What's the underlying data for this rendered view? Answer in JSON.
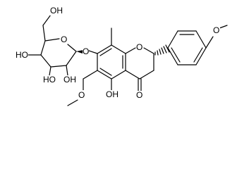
{
  "labels": {
    "sugar_ring_o": "O",
    "sugar_ch2oh": "OH",
    "sugar_c4_oh": "HO",
    "sugar_c3_oh": "HO",
    "sugar_c2_oh": "OH",
    "glycosidic_o": "O",
    "ring_o": "O",
    "methoxy_o": "O",
    "phenol_oh": "OH",
    "ketone_o": "O",
    "anisole_o": "O"
  }
}
